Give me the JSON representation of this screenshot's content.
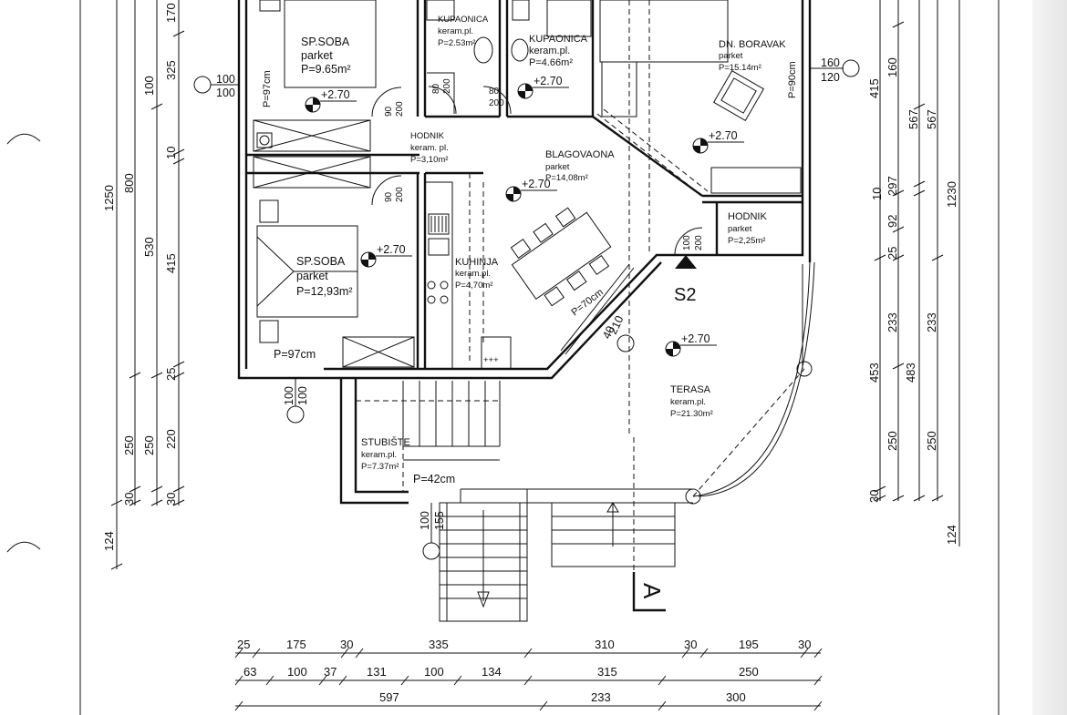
{
  "rooms": [
    {
      "name": "SP.SOBA",
      "floor": "parket",
      "area": "P=9.65m²"
    },
    {
      "name": "KUPAONICA",
      "floor": "keram.pl.",
      "area": "P=2.53m²"
    },
    {
      "name": "KUPAONICA",
      "floor": "keram.pl.",
      "area": "P=4.66m²"
    },
    {
      "name": "DN. BORAVAK",
      "floor": "parket",
      "area": "P=15.14m²"
    },
    {
      "name": "HODNIK",
      "floor": "keram. pl.",
      "area": "P=3,10m²"
    },
    {
      "name": "BLAGOVAONA",
      "floor": "parket",
      "area": "P=14,08m²"
    },
    {
      "name": "SP.SOBA",
      "floor": "parket",
      "area": "P=12,93m²"
    },
    {
      "name": "KUHINJA",
      "floor": "keram.pl.",
      "area": "P=4,70m²"
    },
    {
      "name": "HODNIK",
      "floor": "parket",
      "area": "P=2,25m²"
    },
    {
      "name": "TERASA",
      "floor": "keram.pl.",
      "area": "P=21.30m²"
    },
    {
      "name": "STUBIŠTE",
      "floor": "keram.pl.",
      "area": "P=7.37m²"
    }
  ],
  "levels": [
    "+2.70",
    "+2.70",
    "+2.70",
    "+2.70",
    "+2.70",
    "+2.70"
  ],
  "openings": {
    "p97_left": "P=97cm",
    "p97_bottom": "P=97cm",
    "p90": "P=90cm",
    "p70": "P=70cm",
    "p42": "P=42cm",
    "w100_100_left": [
      "100",
      "100"
    ],
    "w160_120": [
      "160",
      "120"
    ],
    "w100_100_bottom": [
      "100",
      "100"
    ],
    "w100_155": [
      "100",
      "155"
    ],
    "w210_40": [
      "210",
      "40"
    ],
    "d90_200_a": [
      "90",
      "200"
    ],
    "d90_200_b": [
      "90",
      "200"
    ],
    "d80_200_a": [
      "80",
      "200"
    ],
    "d80_200_b": [
      "80",
      "200"
    ],
    "d100_200": [
      "100",
      "200"
    ]
  },
  "section_mark": "S2",
  "section_line": "A",
  "dims_left": {
    "outer": [
      "1250",
      "124"
    ],
    "mid": [
      "800",
      "250",
      "30"
    ],
    "inner1": [
      "100",
      "530",
      "250"
    ],
    "inner2": [
      "170",
      "325",
      "10",
      "415",
      "25",
      "220",
      "30"
    ]
  },
  "dims_right": {
    "r1": [
      "415",
      "453",
      "30"
    ],
    "r2": [
      "160",
      "92",
      "25",
      "233",
      "483",
      "250"
    ],
    "r3": [
      "567",
      "297",
      "10"
    ],
    "r4": [
      "567",
      "1230",
      "233",
      "250"
    ],
    "r5": [
      "124"
    ]
  },
  "dims_bottom": {
    "row1": [
      "25",
      "175",
      "30",
      "335",
      "310",
      "30",
      "195",
      "30"
    ],
    "row2": [
      "63",
      "100",
      "37",
      "131",
      "100",
      "134",
      "315",
      "250"
    ],
    "row3": [
      "597",
      "233",
      "300"
    ]
  }
}
